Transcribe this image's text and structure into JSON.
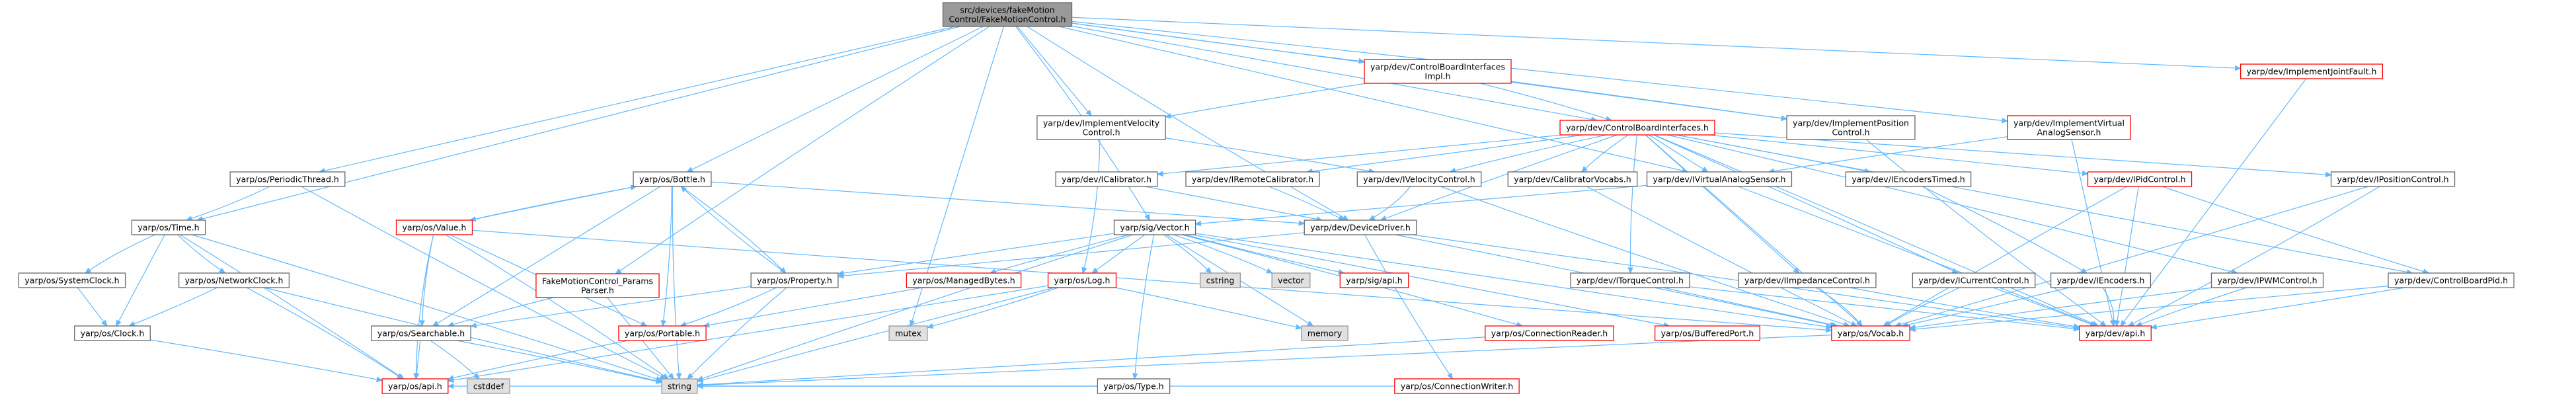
{
  "colors": {
    "edge": "#63b8ff",
    "root_fill": "#999999",
    "root_stroke": "#666666",
    "normal_stroke": "#666666",
    "missing_stroke": "#ff0000",
    "external_fill": "#e0e0e0",
    "external_stroke": "#999999",
    "node_fill": "#ffffff"
  },
  "nodes": [
    {
      "id": "root",
      "lines": [
        "src/devices/fakeMotion",
        "Control/FakeMotionControl.h"
      ],
      "kind": "root"
    },
    {
      "id": "cbi_impl",
      "lines": [
        "yarp/dev/ControlBoardInterfaces",
        "Impl.h"
      ],
      "kind": "missing"
    },
    {
      "id": "ijf",
      "lines": [
        "yarp/dev/ImplementJointFault.h"
      ],
      "kind": "missing"
    },
    {
      "id": "ivel_impl",
      "lines": [
        "yarp/dev/ImplementVelocity",
        "Control.h"
      ],
      "kind": "normal"
    },
    {
      "id": "cbi",
      "lines": [
        "yarp/dev/ControlBoardInterfaces.h"
      ],
      "kind": "missing"
    },
    {
      "id": "ipos_impl",
      "lines": [
        "yarp/dev/ImplementPosition",
        "Control.h"
      ],
      "kind": "normal"
    },
    {
      "id": "ivas_impl",
      "lines": [
        "yarp/dev/ImplementVirtual",
        "AnalogSensor.h"
      ],
      "kind": "missing"
    },
    {
      "id": "periodic",
      "lines": [
        "yarp/os/PeriodicThread.h"
      ],
      "kind": "normal"
    },
    {
      "id": "bottle",
      "lines": [
        "yarp/os/Bottle.h"
      ],
      "kind": "normal"
    },
    {
      "id": "icalib",
      "lines": [
        "yarp/dev/ICalibrator.h"
      ],
      "kind": "normal"
    },
    {
      "id": "iremcal",
      "lines": [
        "yarp/dev/IRemoteCalibrator.h"
      ],
      "kind": "normal"
    },
    {
      "id": "ivel",
      "lines": [
        "yarp/dev/IVelocityControl.h"
      ],
      "kind": "normal"
    },
    {
      "id": "calvocabs",
      "lines": [
        "yarp/dev/CalibratorVocabs.h"
      ],
      "kind": "normal"
    },
    {
      "id": "ivas",
      "lines": [
        "yarp/dev/IVirtualAnalogSensor.h"
      ],
      "kind": "normal"
    },
    {
      "id": "ienctimed",
      "lines": [
        "yarp/dev/IEncodersTimed.h"
      ],
      "kind": "normal"
    },
    {
      "id": "ipid",
      "lines": [
        "yarp/dev/IPidControl.h"
      ],
      "kind": "missing"
    },
    {
      "id": "iposctl",
      "lines": [
        "yarp/dev/IPositionControl.h"
      ],
      "kind": "normal"
    },
    {
      "id": "time",
      "lines": [
        "yarp/os/Time.h"
      ],
      "kind": "normal"
    },
    {
      "id": "value",
      "lines": [
        "yarp/os/Value.h"
      ],
      "kind": "missing"
    },
    {
      "id": "sigvec",
      "lines": [
        "yarp/sig/Vector.h"
      ],
      "kind": "normal"
    },
    {
      "id": "devdrv",
      "lines": [
        "yarp/dev/DeviceDriver.h"
      ],
      "kind": "normal"
    },
    {
      "id": "sysclock",
      "lines": [
        "yarp/os/SystemClock.h"
      ],
      "kind": "normal"
    },
    {
      "id": "netclock",
      "lines": [
        "yarp/os/NetworkClock.h"
      ],
      "kind": "normal"
    },
    {
      "id": "fmparams",
      "lines": [
        "FakeMotionControl_Params",
        "Parser.h"
      ],
      "kind": "missing"
    },
    {
      "id": "property",
      "lines": [
        "yarp/os/Property.h"
      ],
      "kind": "normal"
    },
    {
      "id": "managed",
      "lines": [
        "yarp/os/ManagedBytes.h"
      ],
      "kind": "missing"
    },
    {
      "id": "oslog",
      "lines": [
        "yarp/os/Log.h"
      ],
      "kind": "missing"
    },
    {
      "id": "cstring",
      "lines": [
        "cstring"
      ],
      "kind": "external"
    },
    {
      "id": "vector",
      "lines": [
        "vector"
      ],
      "kind": "external"
    },
    {
      "id": "sigapi",
      "lines": [
        "yarp/sig/api.h"
      ],
      "kind": "missing"
    },
    {
      "id": "itorque",
      "lines": [
        "yarp/dev/ITorqueControl.h"
      ],
      "kind": "normal"
    },
    {
      "id": "iimped",
      "lines": [
        "yarp/dev/IImpedanceControl.h"
      ],
      "kind": "normal"
    },
    {
      "id": "icurrent",
      "lines": [
        "yarp/dev/ICurrentControl.h"
      ],
      "kind": "normal"
    },
    {
      "id": "ienc",
      "lines": [
        "yarp/dev/IEncoders.h"
      ],
      "kind": "normal"
    },
    {
      "id": "ipwm",
      "lines": [
        "yarp/dev/IPWMControl.h"
      ],
      "kind": "normal"
    },
    {
      "id": "cbpid",
      "lines": [
        "yarp/dev/ControlBoardPid.h"
      ],
      "kind": "normal"
    },
    {
      "id": "oclock",
      "lines": [
        "yarp/os/Clock.h"
      ],
      "kind": "normal"
    },
    {
      "id": "connreader",
      "lines": [
        "yarp/os/ConnectionReader.h"
      ],
      "kind": "missing"
    },
    {
      "id": "bufport",
      "lines": [
        "yarp/os/BufferedPort.h"
      ],
      "kind": "missing"
    },
    {
      "id": "vocab",
      "lines": [
        "yarp/os/Vocab.h"
      ],
      "kind": "missing"
    },
    {
      "id": "devapi",
      "lines": [
        "yarp/dev/api.h"
      ],
      "kind": "missing"
    },
    {
      "id": "searchable",
      "lines": [
        "yarp/os/Searchable.h"
      ],
      "kind": "normal"
    },
    {
      "id": "portable",
      "lines": [
        "yarp/os/Portable.h"
      ],
      "kind": "missing"
    },
    {
      "id": "mutex",
      "lines": [
        "mutex"
      ],
      "kind": "external"
    },
    {
      "id": "memory",
      "lines": [
        "memory"
      ],
      "kind": "external"
    },
    {
      "id": "ostype",
      "lines": [
        "yarp/os/Type.h"
      ],
      "kind": "normal"
    },
    {
      "id": "connwriter",
      "lines": [
        "yarp/os/ConnectionWriter.h"
      ],
      "kind": "missing"
    },
    {
      "id": "osapi",
      "lines": [
        "yarp/os/api.h"
      ],
      "kind": "missing"
    },
    {
      "id": "cstddef",
      "lines": [
        "cstddef"
      ],
      "kind": "external"
    },
    {
      "id": "string",
      "lines": [
        "string"
      ],
      "kind": "external"
    }
  ],
  "edges": [
    [
      "root",
      "cbi_impl"
    ],
    [
      "root",
      "ijf"
    ],
    [
      "root",
      "ivel_impl"
    ],
    [
      "root",
      "cbi"
    ],
    [
      "root",
      "ipos_impl"
    ],
    [
      "root",
      "ivas_impl"
    ],
    [
      "root",
      "periodic"
    ],
    [
      "root",
      "bottle"
    ],
    [
      "root",
      "time"
    ],
    [
      "root",
      "sigvec"
    ],
    [
      "root",
      "devdrv"
    ],
    [
      "root",
      "fmparams"
    ],
    [
      "root",
      "mutex"
    ],
    [
      "root",
      "ivas"
    ],
    [
      "cbi_impl",
      "cbi"
    ],
    [
      "cbi_impl",
      "ivel_impl"
    ],
    [
      "cbi_impl",
      "ipos_impl"
    ],
    [
      "ijf",
      "devapi"
    ],
    [
      "ivel_impl",
      "ivel"
    ],
    [
      "ivel_impl",
      "oslog"
    ],
    [
      "ipos_impl",
      "devapi"
    ],
    [
      "ivas_impl",
      "ivas"
    ],
    [
      "ivas_impl",
      "devapi"
    ],
    [
      "cbi",
      "icalib"
    ],
    [
      "cbi",
      "iremcal"
    ],
    [
      "cbi",
      "ivel"
    ],
    [
      "cbi",
      "calvocabs"
    ],
    [
      "cbi",
      "ivas"
    ],
    [
      "cbi",
      "ienctimed"
    ],
    [
      "cbi",
      "ipid"
    ],
    [
      "cbi",
      "iposctl"
    ],
    [
      "cbi",
      "itorque"
    ],
    [
      "cbi",
      "iimped"
    ],
    [
      "cbi",
      "icurrent"
    ],
    [
      "cbi",
      "ipwm"
    ],
    [
      "cbi",
      "cbpid"
    ],
    [
      "cbi",
      "devdrv"
    ],
    [
      "cbi",
      "vocab"
    ],
    [
      "cbi",
      "devapi"
    ],
    [
      "periodic",
      "time"
    ],
    [
      "periodic",
      "string"
    ],
    [
      "bottle",
      "value"
    ],
    [
      "bottle",
      "searchable"
    ],
    [
      "bottle",
      "portable"
    ],
    [
      "bottle",
      "property"
    ],
    [
      "bottle",
      "devdrv"
    ],
    [
      "bottle",
      "string"
    ],
    [
      "icalib",
      "devdrv"
    ],
    [
      "iremcal",
      "devdrv"
    ],
    [
      "ivel",
      "devdrv"
    ],
    [
      "ivel",
      "vocab"
    ],
    [
      "calvocabs",
      "vocab"
    ],
    [
      "ivas",
      "sigvec"
    ],
    [
      "ivas",
      "devapi"
    ],
    [
      "ienctimed",
      "ienc"
    ],
    [
      "ipid",
      "cbpid"
    ],
    [
      "ipid",
      "vocab"
    ],
    [
      "ipid",
      "devapi"
    ],
    [
      "iposctl",
      "vocab"
    ],
    [
      "iposctl",
      "devapi"
    ],
    [
      "time",
      "sysclock"
    ],
    [
      "time",
      "netclock"
    ],
    [
      "time",
      "oclock"
    ],
    [
      "time",
      "osapi"
    ],
    [
      "time",
      "string"
    ],
    [
      "value",
      "bottle"
    ],
    [
      "value",
      "searchable"
    ],
    [
      "value",
      "portable"
    ],
    [
      "value",
      "vocab"
    ],
    [
      "value",
      "string"
    ],
    [
      "value",
      "osapi"
    ],
    [
      "sigvec",
      "managed"
    ],
    [
      "sigvec",
      "oslog"
    ],
    [
      "sigvec",
      "cstring"
    ],
    [
      "sigvec",
      "vector"
    ],
    [
      "sigvec",
      "sigapi"
    ],
    [
      "sigvec",
      "ostype"
    ],
    [
      "sigvec",
      "memory"
    ],
    [
      "sigvec",
      "bufport"
    ],
    [
      "sigvec",
      "connreader"
    ],
    [
      "sigvec",
      "string"
    ],
    [
      "sigvec",
      "vocab"
    ],
    [
      "sigvec",
      "property"
    ],
    [
      "devdrv",
      "property"
    ],
    [
      "devdrv",
      "vocab"
    ],
    [
      "devdrv",
      "devapi"
    ],
    [
      "devdrv",
      "connwriter"
    ],
    [
      "sysclock",
      "oclock"
    ],
    [
      "netclock",
      "oclock"
    ],
    [
      "netclock",
      "osapi"
    ],
    [
      "netclock",
      "string"
    ],
    [
      "fmparams",
      "searchable"
    ],
    [
      "fmparams",
      "string"
    ],
    [
      "property",
      "searchable"
    ],
    [
      "property",
      "portable"
    ],
    [
      "property",
      "bottle"
    ],
    [
      "property",
      "string"
    ],
    [
      "managed",
      "portable"
    ],
    [
      "oslog",
      "memory"
    ],
    [
      "oslog",
      "mutex"
    ],
    [
      "oslog",
      "osapi"
    ],
    [
      "oslog",
      "string"
    ],
    [
      "itorque",
      "vocab"
    ],
    [
      "itorque",
      "devapi"
    ],
    [
      "iimped",
      "vocab"
    ],
    [
      "iimped",
      "devapi"
    ],
    [
      "icurrent",
      "vocab"
    ],
    [
      "icurrent",
      "devapi"
    ],
    [
      "ienc",
      "vocab"
    ],
    [
      "ienc",
      "devapi"
    ],
    [
      "ipwm",
      "vocab"
    ],
    [
      "ipwm",
      "devapi"
    ],
    [
      "cbpid",
      "vocab"
    ],
    [
      "cbpid",
      "devapi"
    ],
    [
      "oclock",
      "osapi"
    ],
    [
      "connreader",
      "string"
    ],
    [
      "vocab",
      "string"
    ],
    [
      "searchable",
      "osapi"
    ],
    [
      "searchable",
      "cstddef"
    ],
    [
      "searchable",
      "string"
    ],
    [
      "portable",
      "osapi"
    ],
    [
      "ostype",
      "string"
    ],
    [
      "ostype",
      "osapi"
    ],
    [
      "connwriter",
      "string"
    ]
  ]
}
